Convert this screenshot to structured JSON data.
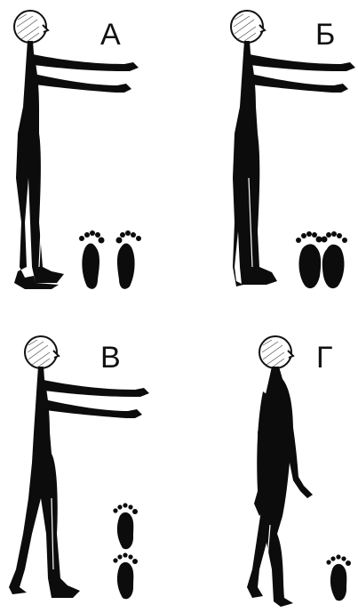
{
  "panels": [
    {
      "label": "А",
      "description_icon": "standing-figure-feet-apart-icon"
    },
    {
      "label": "Б",
      "description_icon": "standing-figure-feet-together-icon"
    },
    {
      "label": "В",
      "description_icon": "standing-figure-feet-tandem-icon"
    },
    {
      "label": "Г",
      "description_icon": "walking-figure-icon"
    }
  ],
  "colors": {
    "ink": "#0c0c0c",
    "background": "#ffffff"
  }
}
